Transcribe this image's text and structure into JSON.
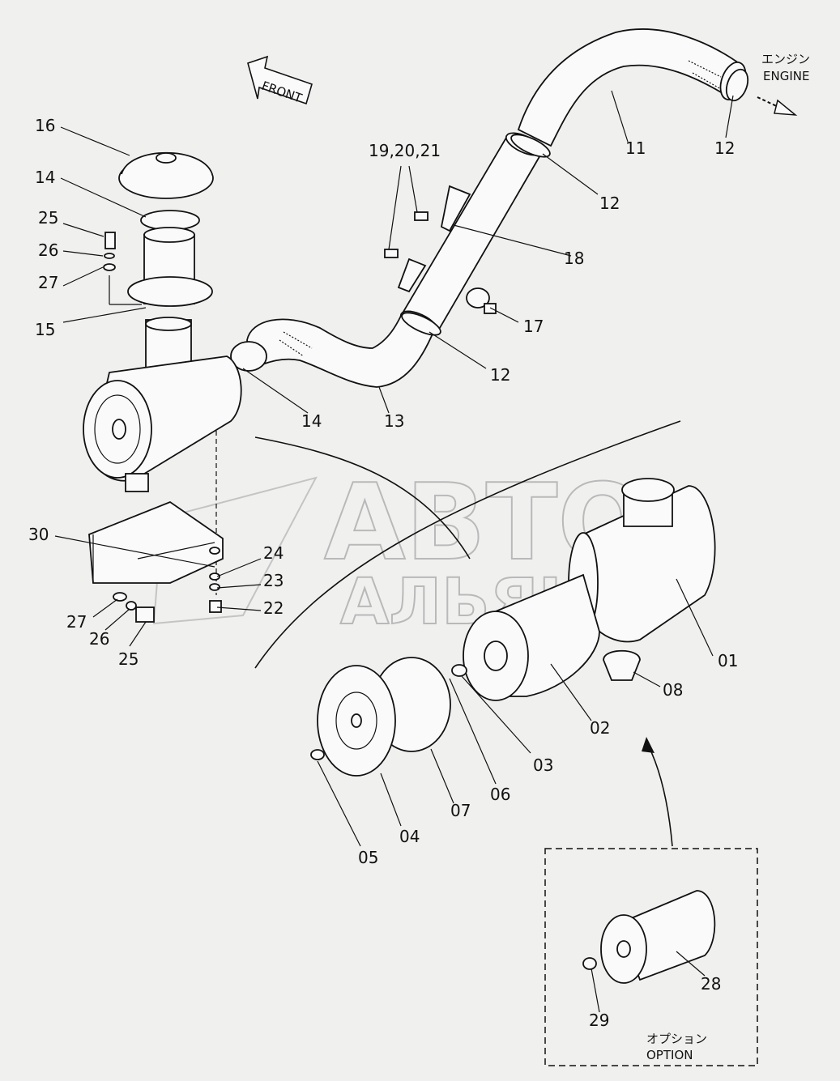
{
  "diagram": {
    "orientation_label": "FRONT",
    "engine_label_jp": "エンジン",
    "engine_label_en": "ENGINE",
    "option_label_jp": "オプション",
    "option_label_en": "OPTION",
    "watermark_line1": "АВТО",
    "watermark_line2": "АЛЬЯНС",
    "callouts": {
      "c16": "16",
      "c14a": "14",
      "c25a": "25",
      "c26a": "26",
      "c27a": "27",
      "c15": "15",
      "c14b": "14",
      "c13": "13",
      "c19": "19,20,21",
      "c12a": "12",
      "c12b": "12",
      "c12c": "12",
      "c11": "11",
      "c18": "18",
      "c17": "17",
      "c30": "30",
      "c24": "24",
      "c23": "23",
      "c22": "22",
      "c27b": "27",
      "c26b": "26",
      "c25b": "25",
      "c01": "01",
      "c08": "08",
      "c02": "02",
      "c03": "03",
      "c06": "06",
      "c07": "07",
      "c04": "04",
      "c05": "05",
      "c28": "28",
      "c29": "29"
    }
  },
  "colors": {
    "background": "#f0f0ef",
    "line": "#111111",
    "watermark": "#b9b9b9"
  }
}
